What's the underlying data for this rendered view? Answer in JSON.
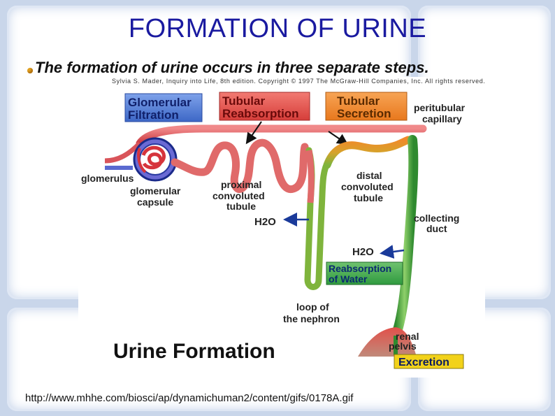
{
  "slide": {
    "title": "FORMATION OF URINE",
    "bullet": "The formation of urine occurs in three separate steps.",
    "source_url": "http://www.mhhe.com/biosci/ap/dynamichuman2/content/gifs/0178A.gif"
  },
  "figure": {
    "copyright": "Sylvia S. Mader, Inquiry into Life, 8th edition. Copyright © 1997 The McGraw-Hill Companies, Inc. All rights reserved.",
    "heading": "Urine Formation",
    "steps": {
      "filtration_line1": "Glomerular",
      "filtration_line2": "Filtration",
      "reabsorption_line1": "Tubular",
      "reabsorption_line2": "Reabsorption",
      "secretion_line1": "Tubular",
      "secretion_line2": "Secretion",
      "water_line1": "Reabsorption",
      "water_line2": "of Water",
      "excretion": "Excretion"
    },
    "labels": {
      "peritubular_line1": "peritubular",
      "peritubular_line2": "capillary",
      "glomerulus": "glomerulus",
      "capsule_line1": "glomerular",
      "capsule_line2": "capsule",
      "proximal_line1": "proximal",
      "proximal_line2": "convoluted",
      "proximal_line3": "tubule",
      "distal_line1": "distal",
      "distal_line2": "convoluted",
      "distal_line3": "tubule",
      "collecting_line1": "collecting",
      "collecting_line2": "duct",
      "loop_line1": "loop of",
      "loop_line2": "the nephron",
      "renal_line1": "renal",
      "renal_line2": "pelvis",
      "h2o_left": "H2O",
      "h2o_right": "H2O"
    },
    "colors": {
      "filtration": "#4f7bd6",
      "reabsorption": "#e2504a",
      "secretion": "#f08a2a",
      "water": "#3aa64a",
      "excretion": "#f2d21a",
      "vessel": "#d9545a",
      "tubule": "#e06a6a",
      "collecting": "#3b9a3b"
    }
  }
}
